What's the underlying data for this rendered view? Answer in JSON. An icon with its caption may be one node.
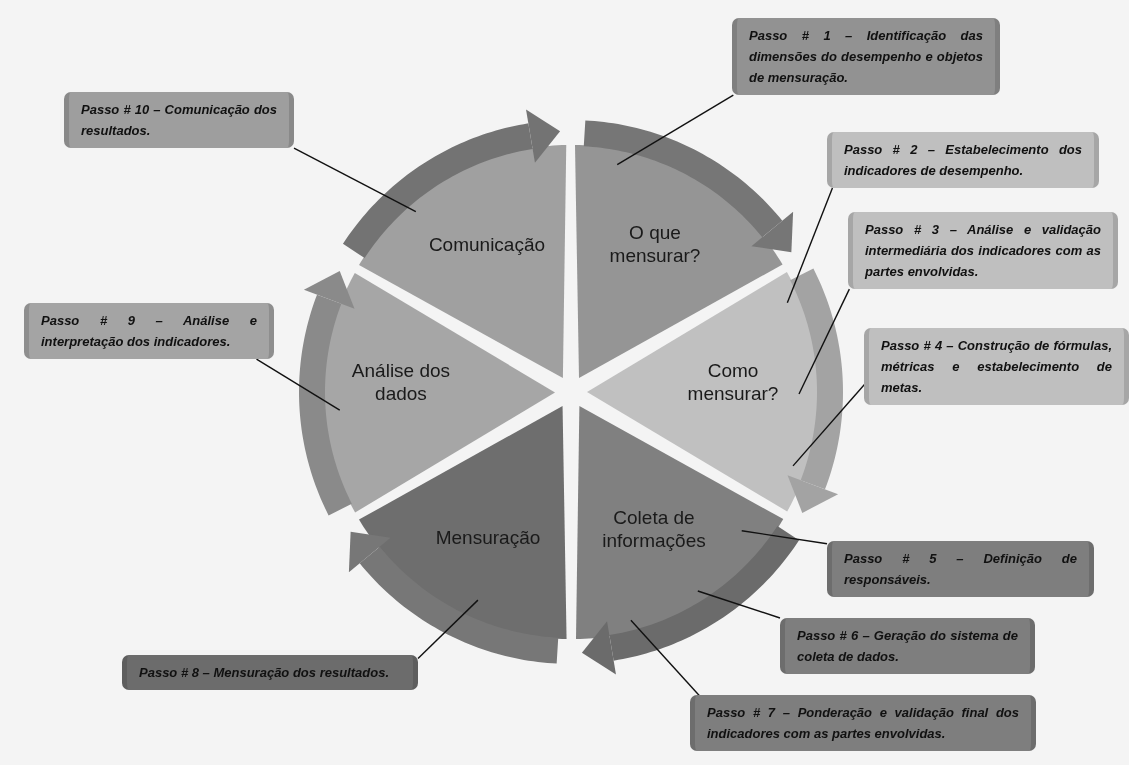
{
  "diagram": {
    "nodes": [
      {
        "text": [
          "O que mensurar?"
        ]
      },
      {
        "text": [
          "Como mensurar?"
        ]
      },
      {
        "text": [
          "Coleta de informações"
        ]
      },
      {
        "text": [
          "Mensuração"
        ]
      },
      {
        "text": [
          "Análise dos dados"
        ]
      },
      {
        "text": [
          "Comunicação"
        ]
      },
      {
        "text": [
          "Passo # 1 – Identificação das dimensões do desempenho e objetos de mensuração."
        ]
      },
      {
        "text": [
          "Passo # 2 – Estabelecimento dos indicadores de desempenho."
        ]
      },
      {
        "text": [
          "Passo # 3 – Análise e validação intermediária dos indicadores com as partes envolvidas."
        ]
      },
      {
        "text": [
          "Passo # 4 – Construção de fórmulas, métricas e estabelecimento de metas."
        ]
      },
      {
        "text": [
          "Passo # 5 – Definição de responsáveis."
        ]
      },
      {
        "text": [
          "Passo # 6 – Geração do sistema de coleta de dados."
        ]
      },
      {
        "text": [
          "Passo # 7 – Ponderação e validação final dos indicadores com as partes envolvidas."
        ]
      },
      {
        "text": [
          "Passo # 8 – Mensuração dos resultados."
        ]
      },
      {
        "text": [
          "Passo # 9 – Análise e interpretação dos indicadores."
        ]
      },
      {
        "text": [
          "Passo # 10 – Comunicação dos resultados."
        ]
      }
    ],
    "edges": [
      {
        "from": 5,
        "to": 0,
        "arrow": "to",
        "style": "thick",
        "color": "#737373"
      },
      {
        "from": 0,
        "to": 1,
        "arrow": "to",
        "style": "thick",
        "color": "#767676"
      },
      {
        "from": 1,
        "to": 2,
        "arrow": "to",
        "style": "thick",
        "color": "#a3a3a3"
      },
      {
        "from": 2,
        "to": 3,
        "arrow": "to",
        "style": "thick",
        "color": "#6b6b6b"
      },
      {
        "from": 3,
        "to": 4,
        "arrow": "to",
        "style": "thick",
        "color": "#777777"
      },
      {
        "from": 4,
        "to": 5,
        "arrow": "to",
        "style": "thick",
        "color": "#8a8a8a"
      },
      {
        "from": 6,
        "to": 0,
        "arrow": "none"
      },
      {
        "from": 7,
        "to": 1,
        "arrow": "none"
      },
      {
        "from": 8,
        "to": 1,
        "arrow": "none"
      },
      {
        "from": 9,
        "to": 1,
        "arrow": "none"
      },
      {
        "from": 10,
        "to": 2,
        "arrow": "none"
      },
      {
        "from": 11,
        "to": 2,
        "arrow": "none"
      },
      {
        "from": 12,
        "to": 2,
        "arrow": "none"
      },
      {
        "from": 13,
        "to": 3,
        "arrow": "none"
      },
      {
        "from": 14,
        "to": 4,
        "arrow": "none"
      },
      {
        "from": 15,
        "to": 5,
        "arrow": "none"
      }
    ]
  }
}
